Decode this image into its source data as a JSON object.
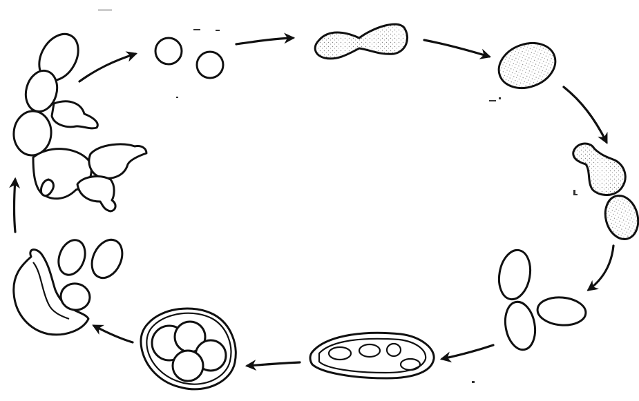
{
  "diagram": {
    "kind": "yeast life cycle sketch",
    "stages": [
      {
        "id": "budding-colony",
        "icon": "budding-cells-icon"
      },
      {
        "id": "separate-cells",
        "icon": "two-round-cells-icon"
      },
      {
        "id": "conjugation",
        "icon": "dumbbell-cell-icon"
      },
      {
        "id": "zygote",
        "icon": "stippled-oval-cell-icon"
      },
      {
        "id": "budding-zygote",
        "icon": "budding-zygote-icon"
      },
      {
        "id": "diploid-cells",
        "icon": "three-oval-cells-icon"
      },
      {
        "id": "ascus-forming",
        "icon": "elongated-ascus-icon"
      },
      {
        "id": "ascus-mature",
        "icon": "ascus-with-spores-icon"
      },
      {
        "id": "spores-released",
        "icon": "ruptured-ascus-icon"
      }
    ],
    "arrow_count": 9,
    "ink_color": "#111111",
    "background": "#ffffff"
  }
}
